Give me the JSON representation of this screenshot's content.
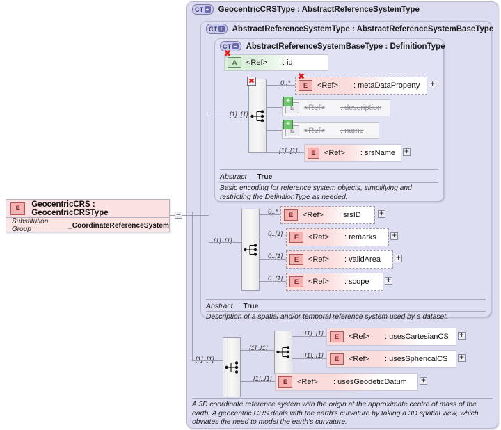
{
  "diagram": {
    "kind": "xsd-schema-diagram",
    "root_element": {
      "icon": "element-icon",
      "title": "GeocentricCRS : GeocentricCRSType",
      "substitution_group_label": "Substitution Group",
      "substitution_group_value": "_CoordinateReferenceSystem",
      "collapse_toggle": "−"
    },
    "type_boxes": [
      {
        "badge": "CT",
        "badge_sign": "+",
        "title": "GeocentricCRSType : AbstractReferenceSystemType",
        "documentation": "A 3D coordinate reference system with the origin at the approximate centre of mass of the earth. A geocentric CRS deals with the earth's curvature by taking a 3D spatial view, which obviates the need to model the earth's curvature."
      },
      {
        "badge": "CT",
        "badge_sign": "+",
        "title": "AbstractReferenceSystemType : AbstractReferenceSystemBaseType",
        "abstract_label": "Abstract",
        "abstract_value": "True",
        "documentation": "Description of a spatial and/or temporal reference system used by a dataset."
      },
      {
        "badge": "CT",
        "badge_sign": "−",
        "title": "AbstractReferenceSystemBaseType : DefinitionType",
        "abstract_label": "Abstract",
        "abstract_value": "True",
        "documentation": "Basic encoding for reference system objects, simplifying and restricting the DefinitionType as needed."
      }
    ],
    "nodes": {
      "id": {
        "icon": "attribute-icon",
        "icon_letter": "A",
        "ref": "<Ref>",
        "name": ": id",
        "kind": "attribute",
        "has_x_badge": true
      },
      "metaDataProperty": {
        "icon": "element-icon",
        "icon_letter": "E",
        "ref": "<Ref>",
        "name": ": metaDataProperty",
        "occurs": "0..*",
        "kind": "element",
        "optional": true,
        "has_x_badge": true,
        "expander": "+"
      },
      "description": {
        "icon": "element-icon",
        "icon_letter": "E",
        "ref": "<Ref>",
        "name": ": description",
        "kind": "element",
        "deprecated": true,
        "plus_badge": "+"
      },
      "name": {
        "icon": "element-icon",
        "icon_letter": "E",
        "ref": "<Ref>",
        "name": ": name",
        "kind": "element",
        "deprecated": true,
        "plus_badge": "+"
      },
      "srsName": {
        "icon": "element-icon",
        "icon_letter": "E",
        "ref": "<Ref>",
        "name": ": srsName",
        "occurs": "[1]..[1]",
        "kind": "element",
        "expander": "+"
      },
      "srsID": {
        "icon": "element-icon",
        "icon_letter": "E",
        "ref": "<Ref>",
        "name": ": srsID",
        "occurs": "0..*",
        "kind": "element",
        "optional": true,
        "expander": "+"
      },
      "remarks": {
        "icon": "element-icon",
        "icon_letter": "E",
        "ref": "<Ref>",
        "name": ": remarks",
        "occurs": "0..[1]",
        "kind": "element",
        "optional": true,
        "expander": "+"
      },
      "validArea": {
        "icon": "element-icon",
        "icon_letter": "E",
        "ref": "<Ref>",
        "name": ": validArea",
        "occurs": "0..[1]",
        "kind": "element",
        "optional": true,
        "expander": "+"
      },
      "scope": {
        "icon": "element-icon",
        "icon_letter": "E",
        "ref": "<Ref>",
        "name": ": scope",
        "occurs": "0..[1]",
        "kind": "element",
        "optional": true,
        "expander": "+"
      },
      "usesCartesianCS": {
        "icon": "element-icon",
        "icon_letter": "E",
        "ref": "<Ref>",
        "name": ": usesCartesianCS",
        "occurs": "[1]..[1]",
        "kind": "element",
        "expander": "+"
      },
      "usesSphericalCS": {
        "icon": "element-icon",
        "icon_letter": "E",
        "ref": "<Ref>",
        "name": ": usesSphericalCS",
        "occurs": "[1]..[1]",
        "kind": "element",
        "expander": "+"
      },
      "usesGeodeticDatum": {
        "icon": "element-icon",
        "icon_letter": "E",
        "ref": "<Ref>",
        "name": ": usesGeodeticDatum",
        "occurs": "[1]..[1]",
        "kind": "element",
        "expander": "+"
      }
    },
    "compositors": {
      "base_sequence": {
        "type": "sequence-icon",
        "occurs": "[1]..[1]",
        "has_x_badge": true
      },
      "ref_sequence": {
        "type": "sequence-icon",
        "occurs": "[1]..[1]"
      },
      "crs_sequence": {
        "type": "sequence-icon",
        "occurs": "[1]..[1]"
      },
      "choice_sequence": {
        "type": "sequence-icon",
        "occurs": "[1]..[1]"
      }
    },
    "colors": {
      "element_fill": "#fbdcdc",
      "attribute_fill": "#ddf0dd",
      "type_box_fill": "#dcdcf0",
      "badge_border": "#7b7ba8",
      "line": "#9a9aac"
    }
  }
}
